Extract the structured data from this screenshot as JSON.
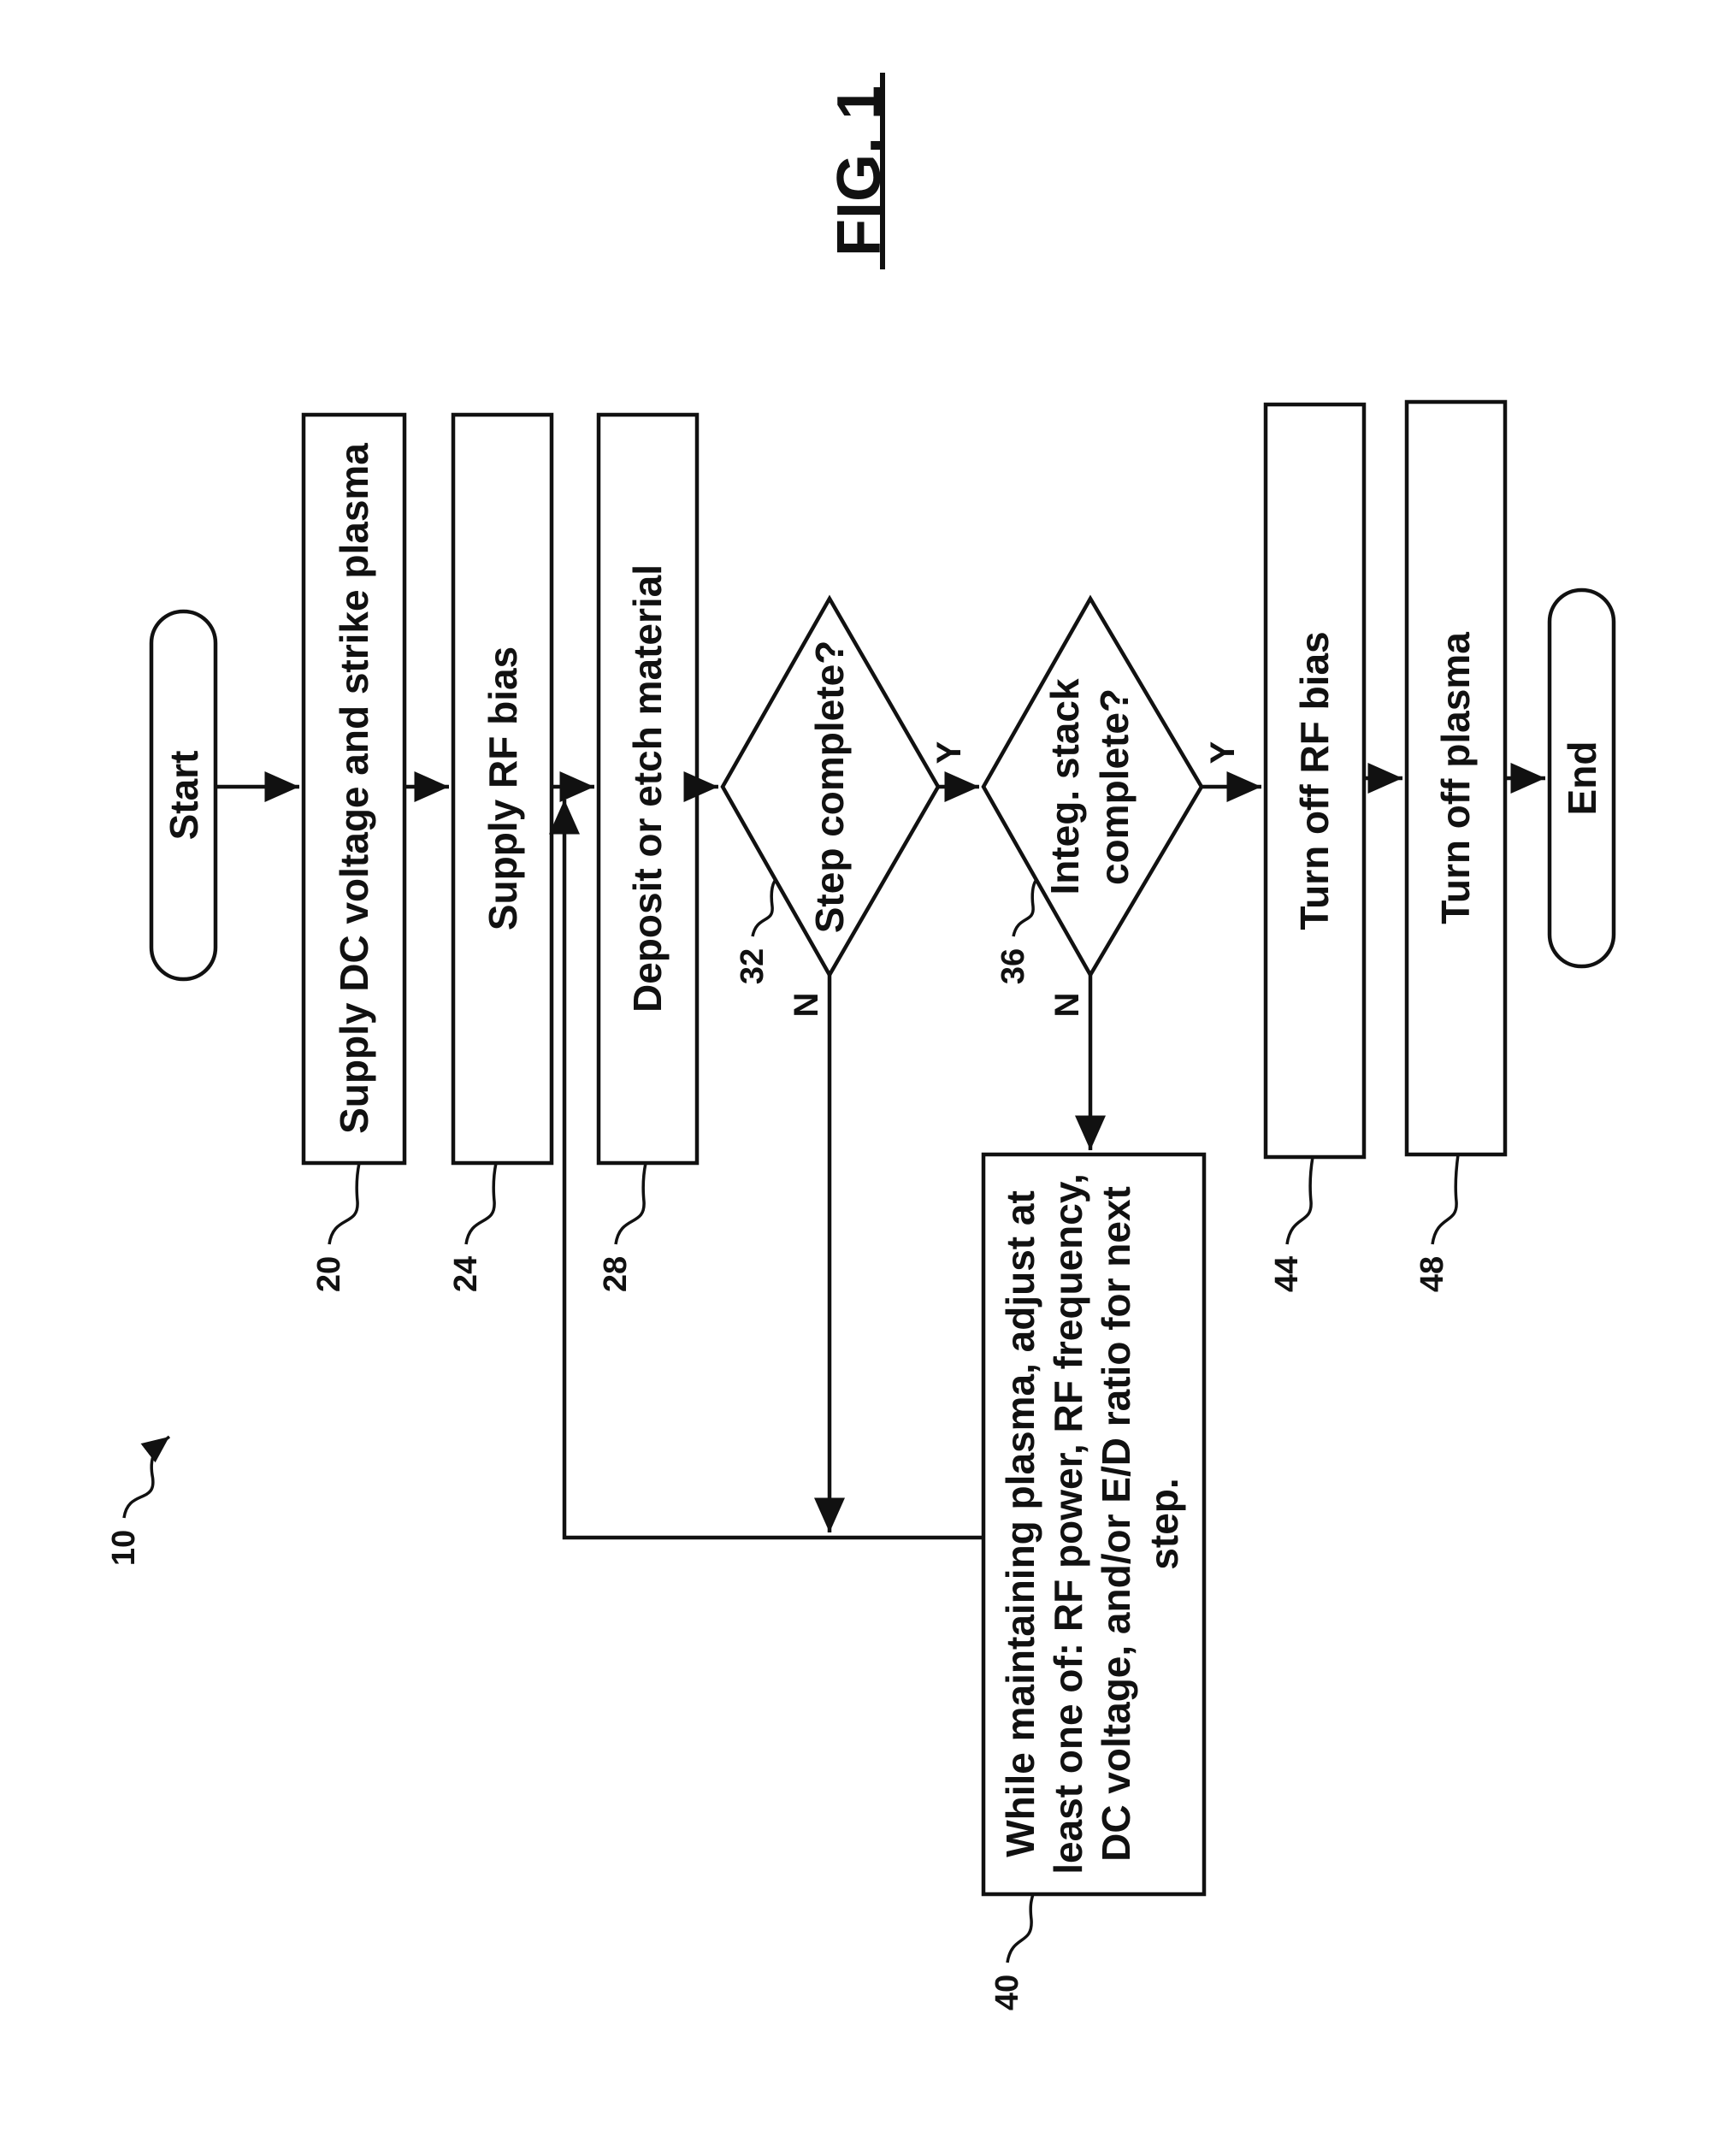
{
  "figure_title": "FIG. 1",
  "reference_numerals": {
    "method": "10",
    "supply_dc": "20",
    "supply_rf": "24",
    "deposit": "28",
    "step_complete": "32",
    "stack_complete": "36",
    "adjust": "40",
    "turn_off_rf": "44",
    "turn_off_plasma": "48"
  },
  "nodes": {
    "start": "Start",
    "supply_dc": "Supply DC voltage and strike plasma",
    "supply_rf": "Supply RF bias",
    "deposit": "Deposit or etch material",
    "step_complete": "Step complete?",
    "stack_complete_line1": "Integ. stack",
    "stack_complete_line2": "complete?",
    "adjust_line1": "While maintaining plasma, adjust at",
    "adjust_line2": "least one of: RF power, RF frequency,",
    "adjust_line3": "DC voltage, and/or E/D ratio for next",
    "adjust_line4": "step.",
    "turn_off_rf": "Turn off RF bias",
    "turn_off_plasma": "Turn off plasma",
    "end": "End"
  },
  "branch_labels": {
    "step_yes": "Y",
    "step_no": "N",
    "stack_yes": "Y",
    "stack_no": "N"
  }
}
